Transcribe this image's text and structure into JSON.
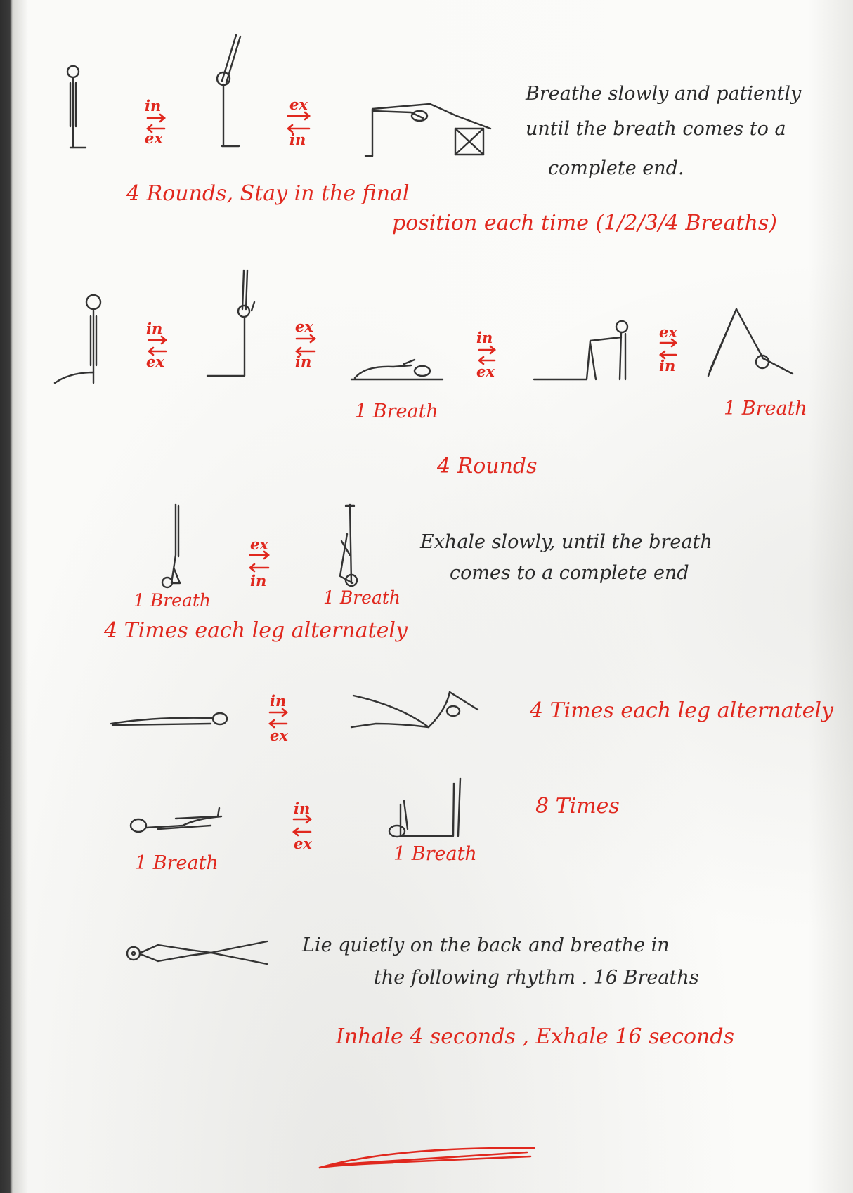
{
  "sections": [
    {
      "arrows": [
        {
          "top": "in",
          "bottom": "ex"
        },
        {
          "top": "ex",
          "bottom": "in"
        }
      ],
      "note": [
        "Breathe slowly and patiently",
        "until the breath comes to a",
        "complete end."
      ],
      "instruction": [
        "4 Rounds, Stay in the final",
        "position each time (1/2/3/4 Breaths)"
      ]
    },
    {
      "arrows": [
        {
          "top": "in",
          "bottom": "ex"
        },
        {
          "top": "ex",
          "bottom": "in"
        },
        {
          "top": "in",
          "bottom": "ex"
        },
        {
          "top": "ex",
          "bottom": "in"
        }
      ],
      "breath_labels": [
        "1 Breath",
        "1 Breath"
      ],
      "instruction": "4 Rounds"
    },
    {
      "arrows": [
        {
          "top": "ex",
          "bottom": "in"
        }
      ],
      "breath_labels": [
        "1 Breath",
        "1 Breath"
      ],
      "note": [
        "Exhale slowly, until the breath",
        "comes to a complete end"
      ],
      "instruction": "4 Times each leg alternately"
    },
    {
      "arrows": [
        {
          "top": "in",
          "bottom": "ex"
        }
      ],
      "instruction": "4 Times each leg alternately"
    },
    {
      "arrows": [
        {
          "top": "in",
          "bottom": "ex"
        }
      ],
      "breath_labels": [
        "1 Breath",
        "1 Breath"
      ],
      "instruction": "8 Times"
    },
    {
      "note": [
        "Lie quietly on the back and breathe in",
        "the following rhythm . 16 Breaths"
      ],
      "instruction": "Inhale 4 seconds , Exhale 16 seconds"
    }
  ],
  "colors": {
    "ink": "#2a2a2a",
    "red_ink": "#e0281e",
    "paper": "#fbfbf9"
  }
}
